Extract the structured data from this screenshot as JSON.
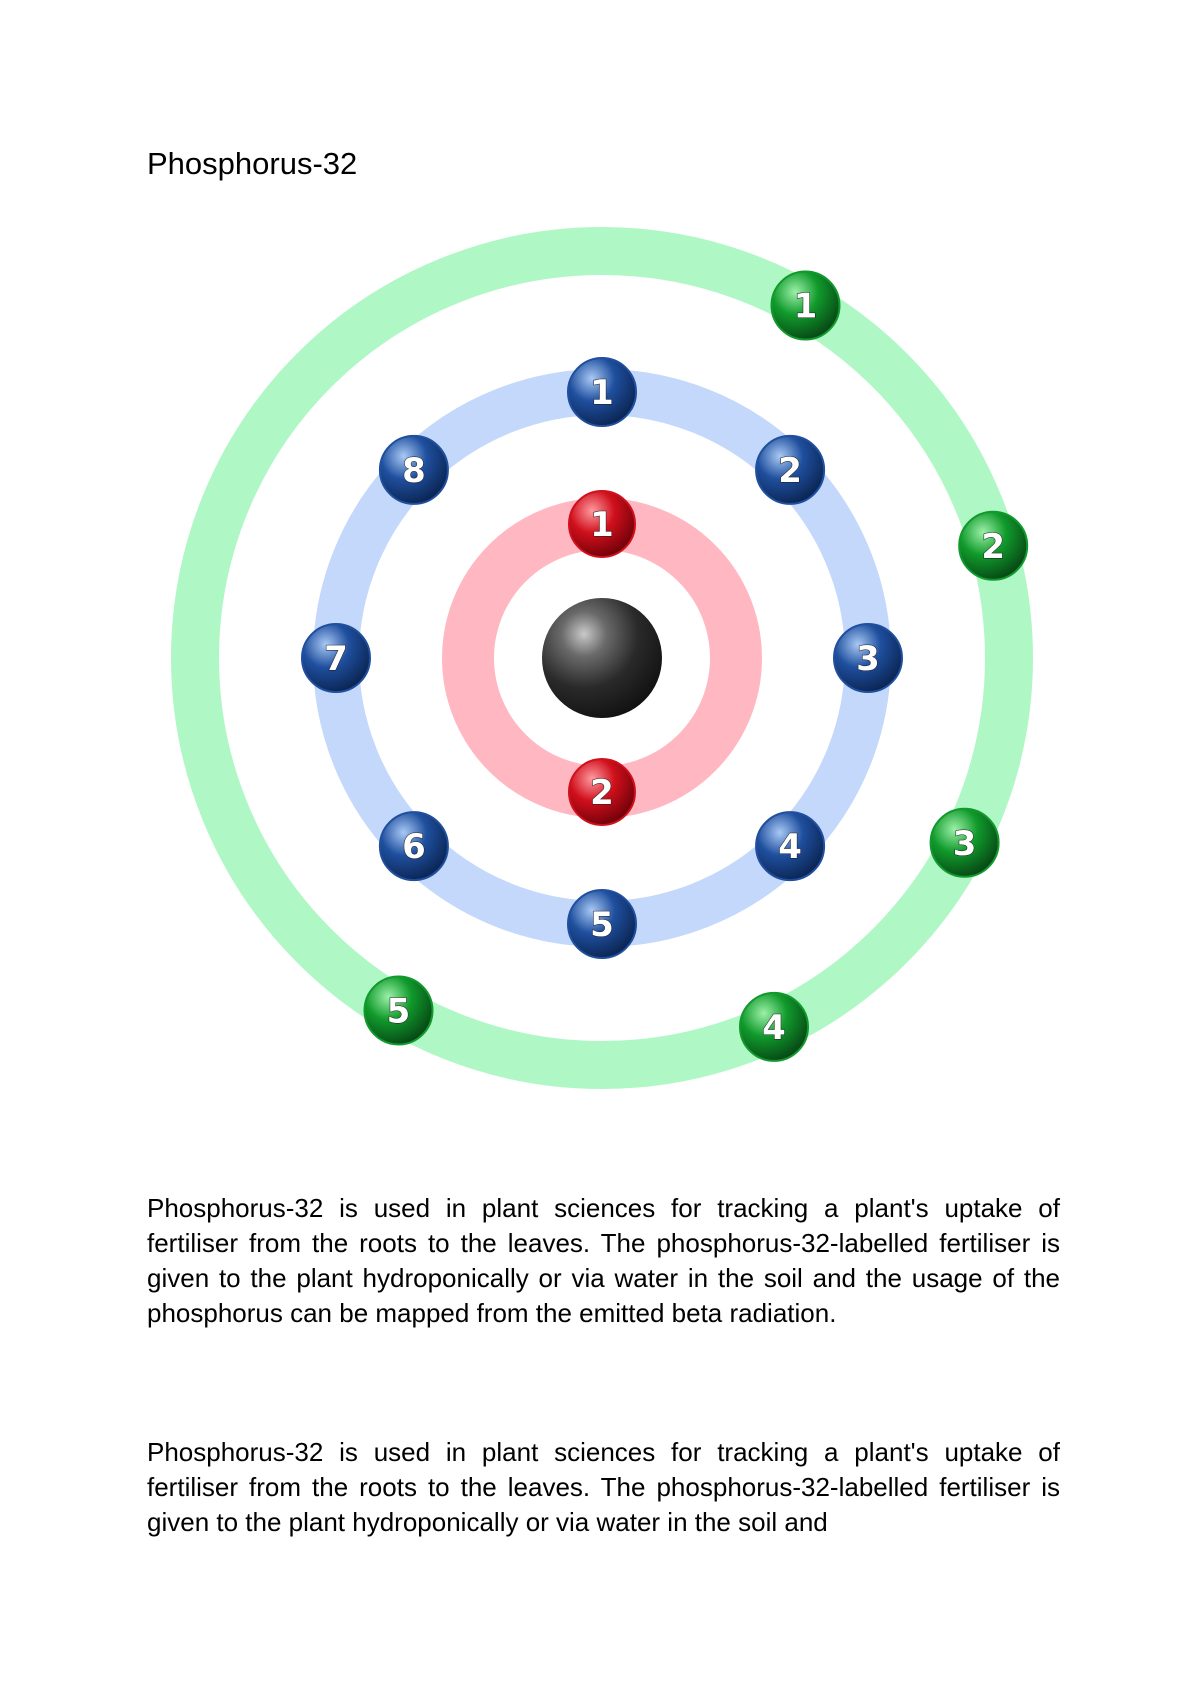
{
  "document": {
    "title": "Phosphorus-32",
    "paragraphs": [
      "Phosphorus-32 is used in plant sciences for tracking a plant's uptake of fertiliser from the roots to the leaves. The phosphorus-32-labelled fertiliser is given to the plant hydroponically or via water in the soil and the usage of the phosphorus can be mapped from the emitted beta radiation.",
      "Phosphorus-32 is used in plant sciences for tracking a plant's uptake of fertiliser from the roots to the leaves. The phosphorus-32-labelled fertiliser is given to the plant hydroponically or via water in the soil and"
    ]
  },
  "diagram": {
    "nucleus_color": "#3a3a3a",
    "shells": [
      {
        "ring_color": "#ffb8c2",
        "electron_color": "#d0101c",
        "electrons": [
          "1",
          "2"
        ]
      },
      {
        "ring_color": "#c4d8fb",
        "electron_color": "#1f4f9e",
        "electrons": [
          "1",
          "2",
          "3",
          "4",
          "5",
          "6",
          "7",
          "8"
        ]
      },
      {
        "ring_color": "#b0f7c6",
        "electron_color": "#119a2c",
        "electrons": [
          "1",
          "2",
          "3",
          "4",
          "5"
        ]
      }
    ]
  }
}
